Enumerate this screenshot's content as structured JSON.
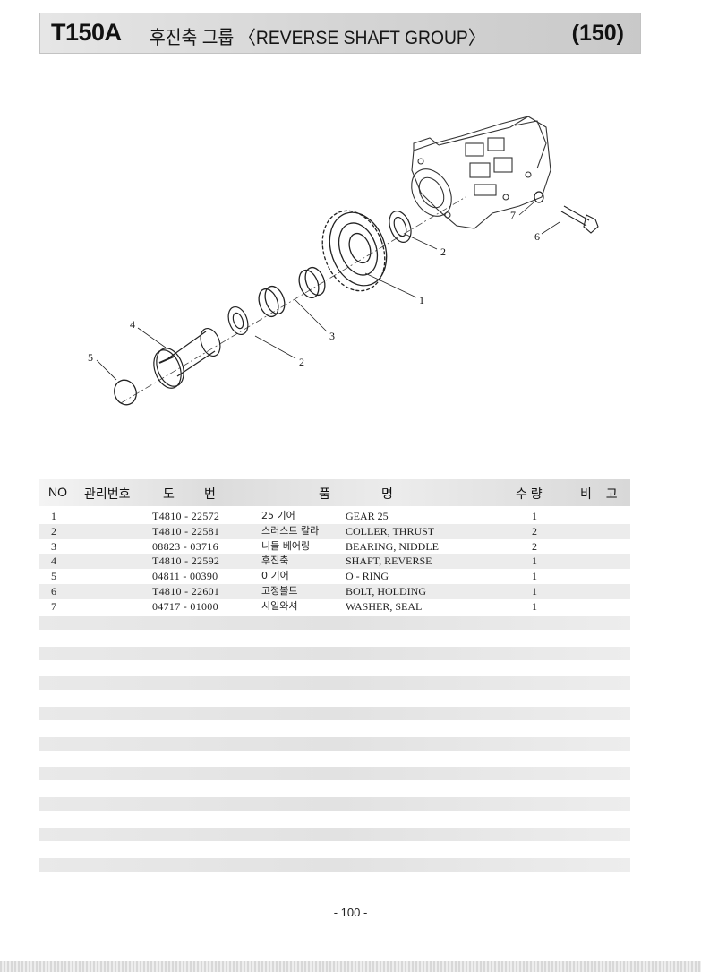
{
  "header": {
    "code": "T150A",
    "title": "후진축 그룹 〈REVERSE SHAFT  GROUP〉",
    "page_number": "(150)"
  },
  "diagram": {
    "callouts": [
      "1",
      "2",
      "2",
      "3",
      "4",
      "5",
      "6",
      "7"
    ]
  },
  "table": {
    "headers": {
      "no": "NO",
      "mgmt_no": "관리번호",
      "drawing_1": "도",
      "drawing_2": "번",
      "name_1": "품",
      "name_2": "명",
      "qty": "수 량",
      "remark": "비  고"
    },
    "rows": [
      {
        "no": "1",
        "part_no": "T4810 - 22572",
        "name_kr": "25 기어",
        "name_en": "GEAR 25",
        "qty": "1"
      },
      {
        "no": "2",
        "part_no": "T4810 - 22581",
        "name_kr": "스러스트 칼라",
        "name_en": "COLLER, THRUST",
        "qty": "2"
      },
      {
        "no": "3",
        "part_no": "08823 - 03716",
        "name_kr": "니들 베어링",
        "name_en": "BEARING, NIDDLE",
        "qty": "2"
      },
      {
        "no": "4",
        "part_no": "T4810 - 22592",
        "name_kr": "후진축",
        "name_en": "SHAFT, REVERSE",
        "qty": "1"
      },
      {
        "no": "5",
        "part_no": "04811 - 00390",
        "name_kr": "0 기어",
        "name_en": "O - RING",
        "qty": "1"
      },
      {
        "no": "6",
        "part_no": "T4810 - 22601",
        "name_kr": "고정볼트",
        "name_en": "BOLT, HOLDING",
        "qty": "1"
      },
      {
        "no": "7",
        "part_no": "04717 - 01000",
        "name_kr": "시일와셔",
        "name_en": "WASHER, SEAL",
        "qty": "1"
      }
    ]
  },
  "footer": {
    "page": "- 100 -"
  }
}
